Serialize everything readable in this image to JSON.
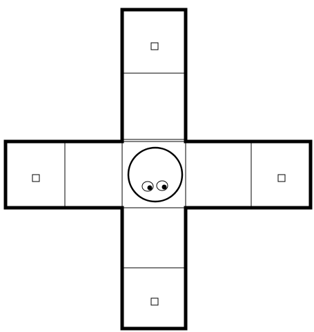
{
  "game": {
    "grid": {
      "layout": "plus",
      "cells": [
        {
          "id": "top-outer",
          "has_goal": true
        },
        {
          "id": "top-inner",
          "has_goal": false
        },
        {
          "id": "left-outer",
          "has_goal": true
        },
        {
          "id": "left-inner",
          "has_goal": false
        },
        {
          "id": "center",
          "has_goal": false,
          "has_agent": true
        },
        {
          "id": "right-inner",
          "has_goal": false
        },
        {
          "id": "right-outer",
          "has_goal": true
        },
        {
          "id": "bottom-inner",
          "has_goal": false
        },
        {
          "id": "bottom-outer",
          "has_goal": true
        }
      ]
    },
    "agent": {
      "cell": "center",
      "eyes": 2,
      "looking": "down-right"
    },
    "colors": {
      "background": "#ffffff",
      "line": "#000000"
    }
  }
}
